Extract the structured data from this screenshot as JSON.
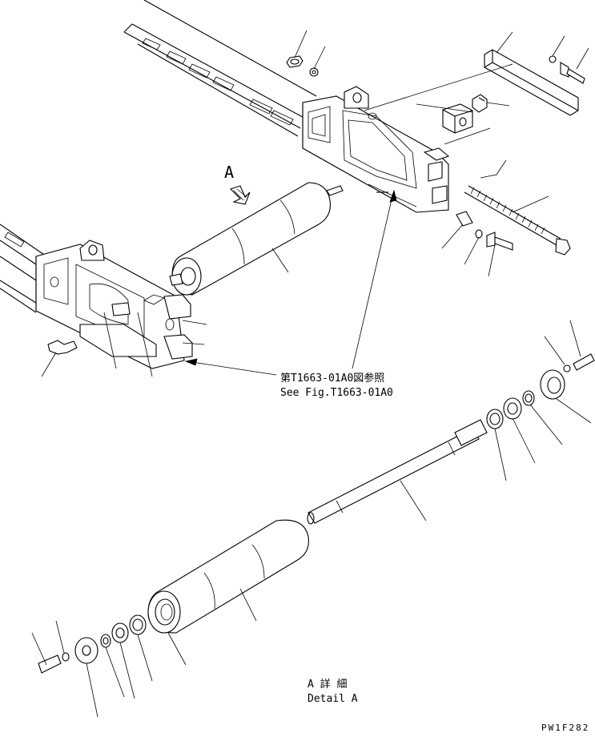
{
  "view_marker": "A",
  "reference": {
    "japanese": "第T1663-01A0図参照",
    "english": "See Fig.T1663-01A0"
  },
  "detail": {
    "japanese": "A 詳 細",
    "english": "Detail A"
  },
  "drawing_code": "PW1F282"
}
